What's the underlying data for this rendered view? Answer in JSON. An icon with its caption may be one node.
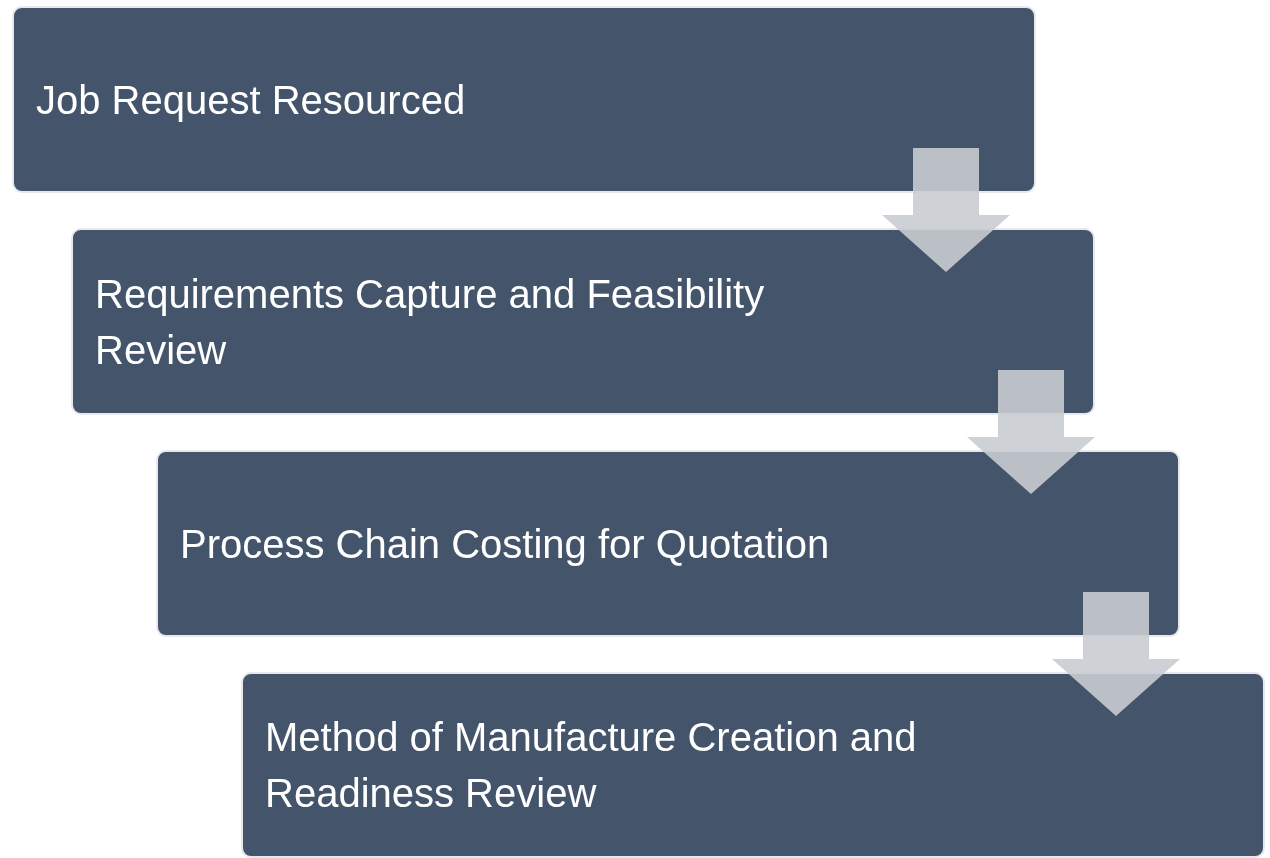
{
  "diagram": {
    "nodes": [
      {
        "text": [
          "Job Request Resourced"
        ]
      },
      {
        "text": [
          "Requirements Capture and Feasibility Review"
        ]
      },
      {
        "text": [
          "Process Chain Costing for Quotation"
        ]
      },
      {
        "text": [
          "Method of Manufacture Creation and Readiness Review"
        ]
      }
    ],
    "edges": [
      {
        "from": 0,
        "to": 1,
        "arrow": "to"
      },
      {
        "from": 1,
        "to": 2,
        "arrow": "to"
      },
      {
        "from": 2,
        "to": 3,
        "arrow": "to"
      }
    ]
  }
}
